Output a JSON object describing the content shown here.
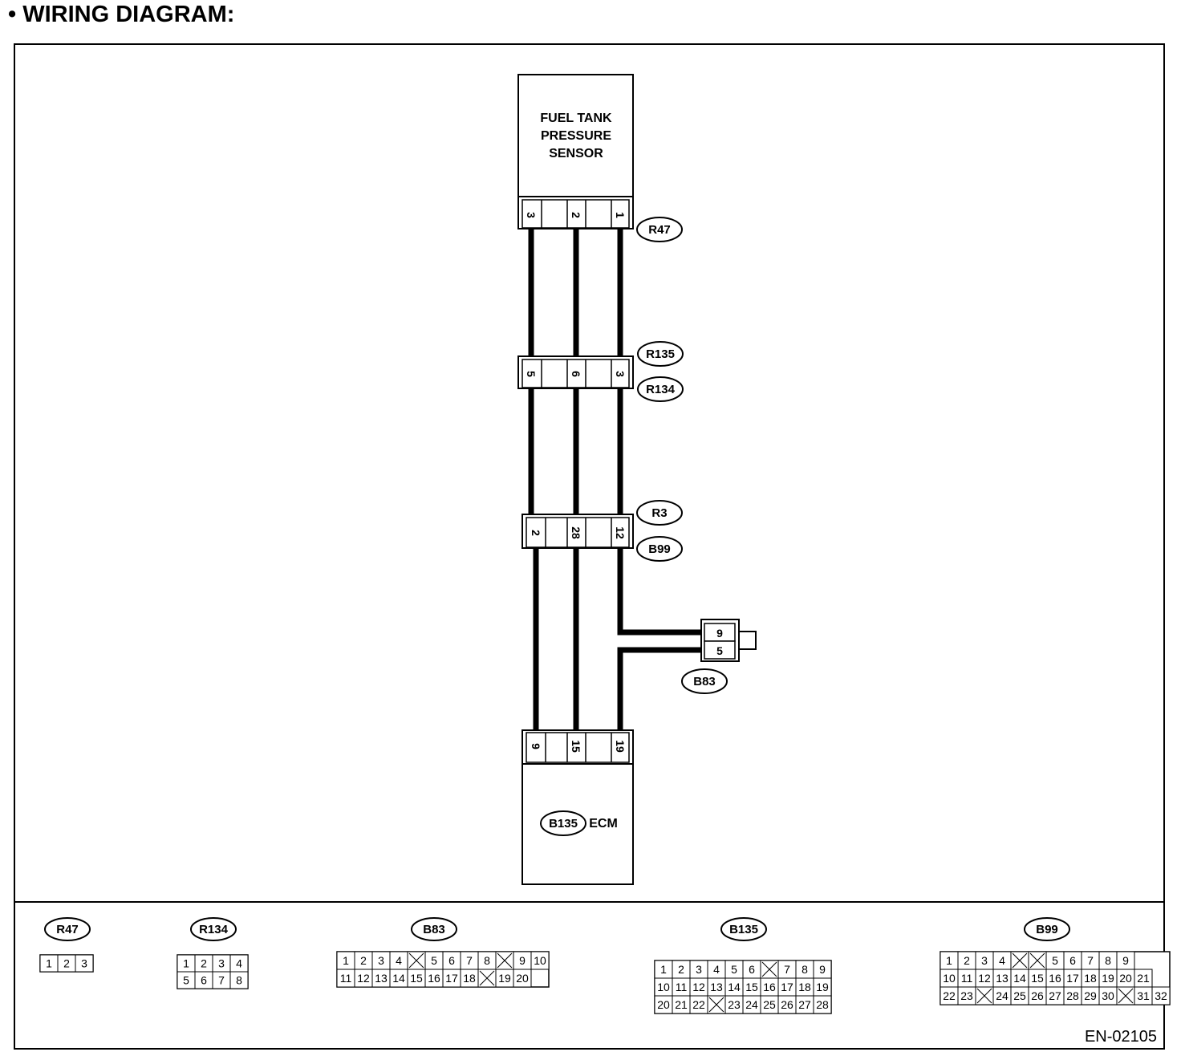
{
  "header": {
    "title": "•  WIRING DIAGRAM:"
  },
  "components": {
    "fuel_tank_sensor": {
      "lines": [
        "FUEL TANK",
        "PRESSURE",
        "SENSOR"
      ]
    },
    "ecm": {
      "label": "ECM",
      "connector": "B135"
    }
  },
  "connectors": {
    "r47": {
      "label": "R47",
      "pins": [
        "3",
        "2",
        "1"
      ]
    },
    "r135": {
      "label": "R135"
    },
    "r134": {
      "label": "R134",
      "pins": [
        "5",
        "6",
        "3"
      ]
    },
    "r3": {
      "label": "R3"
    },
    "b99": {
      "label": "B99",
      "pins": [
        "2",
        "28",
        "12"
      ]
    },
    "b83": {
      "label": "B83",
      "pins": [
        "9",
        "5"
      ]
    },
    "b135": {
      "pins": [
        "9",
        "15",
        "19"
      ]
    }
  },
  "legend": {
    "r47": {
      "label": "R47",
      "rows": [
        [
          "1",
          "2",
          "3"
        ]
      ]
    },
    "r134": {
      "label": "R134",
      "rows": [
        [
          "1",
          "2",
          "3",
          "4"
        ],
        [
          "5",
          "6",
          "7",
          "8"
        ]
      ]
    },
    "b83": {
      "label": "B83",
      "rows": [
        [
          "1",
          "2",
          "3",
          "4",
          "",
          "5",
          "6",
          "7",
          "8",
          "",
          "9",
          "10"
        ],
        [
          "11",
          "12",
          "13",
          "14",
          "15",
          "16",
          "17",
          "18",
          "",
          "19",
          "20"
        ]
      ]
    },
    "b135": {
      "label": "B135",
      "rows": [
        [
          "1",
          "2",
          "3",
          "4",
          "5",
          "6",
          "",
          "7",
          "8",
          "9"
        ],
        [
          "10",
          "11",
          "12",
          "13",
          "14",
          "15",
          "16",
          "17",
          "18",
          "19"
        ],
        [
          "20",
          "21",
          "22",
          "",
          "23",
          "24",
          "25",
          "26",
          "27",
          "28"
        ]
      ]
    },
    "b99": {
      "label": "B99",
      "rows": [
        [
          "1",
          "2",
          "3",
          "4",
          "",
          "",
          "5",
          "6",
          "7",
          "8",
          "9"
        ],
        [
          "10",
          "11",
          "12",
          "13",
          "14",
          "15",
          "16",
          "17",
          "18",
          "19",
          "20",
          "21"
        ],
        [
          "22",
          "23",
          "",
          "24",
          "25",
          "26",
          "27",
          "28",
          "29",
          "30",
          "",
          "31",
          "32"
        ]
      ]
    }
  },
  "footer": {
    "code": "EN-02105"
  }
}
